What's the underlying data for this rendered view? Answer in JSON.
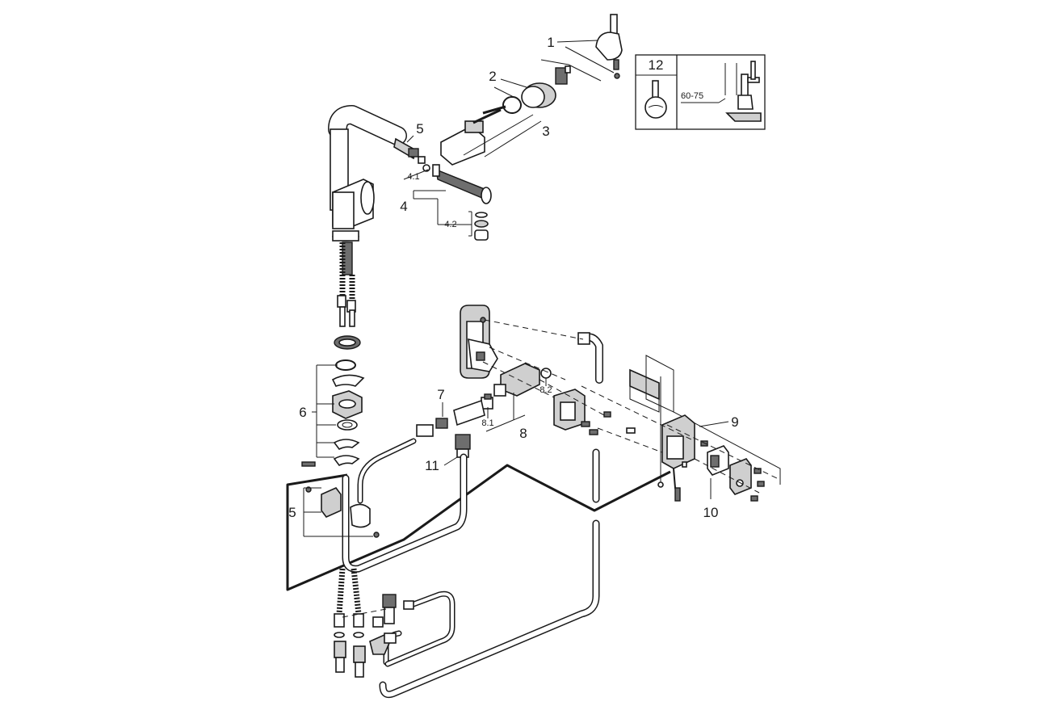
{
  "labels": {
    "p1": "1",
    "p2": "2",
    "p3": "3",
    "p4": "4",
    "p4_1": "4.1",
    "p4_2": "4.2",
    "p5_top": "5",
    "p5_bottom": "5",
    "p6": "6",
    "p7": "7",
    "p8": "8",
    "p8_1": "8.1",
    "p8_2": "8.2",
    "p9": "9",
    "p10": "10",
    "p11": "11",
    "p12": "12"
  },
  "inset": {
    "dimension": "60-75"
  }
}
